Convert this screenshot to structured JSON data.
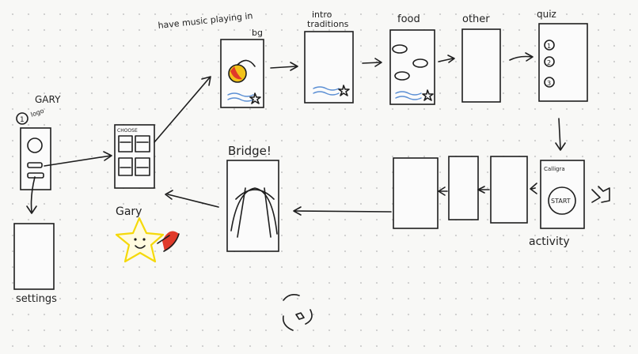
{
  "labels": {
    "music": "have music playing in",
    "music_bg": "bg",
    "intro": "intro",
    "traditions": "traditions",
    "food": "food",
    "other": "other",
    "quiz": "quiz",
    "number_one": "1",
    "gary": "GARY",
    "logo": "logo",
    "choose": "CHOOSE",
    "bridge": "Bridge!",
    "gary_char": "Gary",
    "calligraphy": "Calligra",
    "start": "START",
    "activity": "activity",
    "settings": "settings",
    "quiz_opts": [
      "1",
      "2",
      "3"
    ]
  },
  "colors": {
    "ink": "#1e1e1e",
    "water": "#5b8fd4",
    "star": "#f5d90a",
    "lantern_red": "#e03a2a",
    "lantern_yellow": "#f2c21a"
  }
}
